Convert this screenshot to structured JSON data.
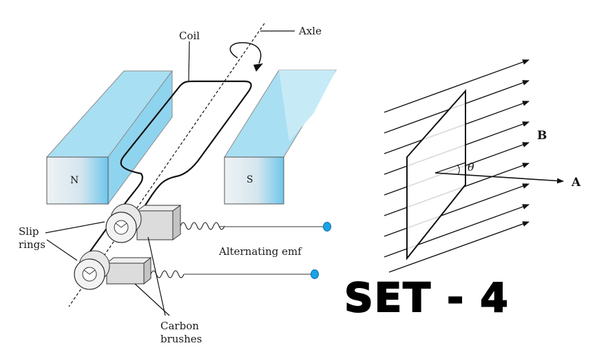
{
  "generator_diagram": {
    "labels": {
      "coil": "Coil",
      "axle": "Axle",
      "north_pole": "N",
      "south_pole": "S",
      "slip_rings_line1": "Slip",
      "slip_rings_line2": "rings",
      "alternating_emf": "Alternating emf",
      "carbon_brushes_line1": "Carbon",
      "carbon_brushes_line2": "brushes"
    },
    "colors": {
      "magnet_face": "#a9dff2",
      "magnet_front": "#7ccbea",
      "terminal": "#1aa3e8"
    }
  },
  "flux_diagram": {
    "labels": {
      "field": "B",
      "area_vector": "A",
      "angle": "θ"
    }
  },
  "set_label": "SET - 4"
}
